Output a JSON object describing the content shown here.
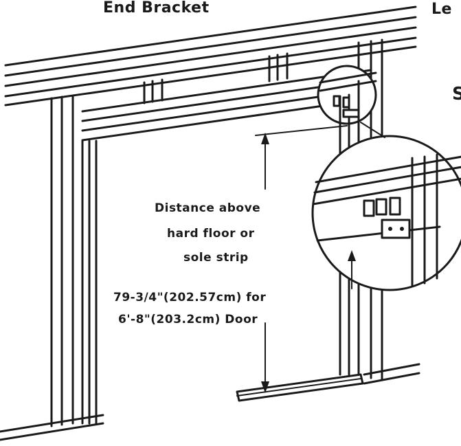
{
  "labels": {
    "top_left": "End Bracket",
    "top_right": "Le",
    "side_right": "S",
    "distance_line1": "Distance above",
    "distance_line2": "hard floor or",
    "distance_line3": "sole strip",
    "measure_line1": "79-3/4\"(202.57cm) for",
    "measure_line2": "6'-8\"(203.2cm) Door"
  }
}
